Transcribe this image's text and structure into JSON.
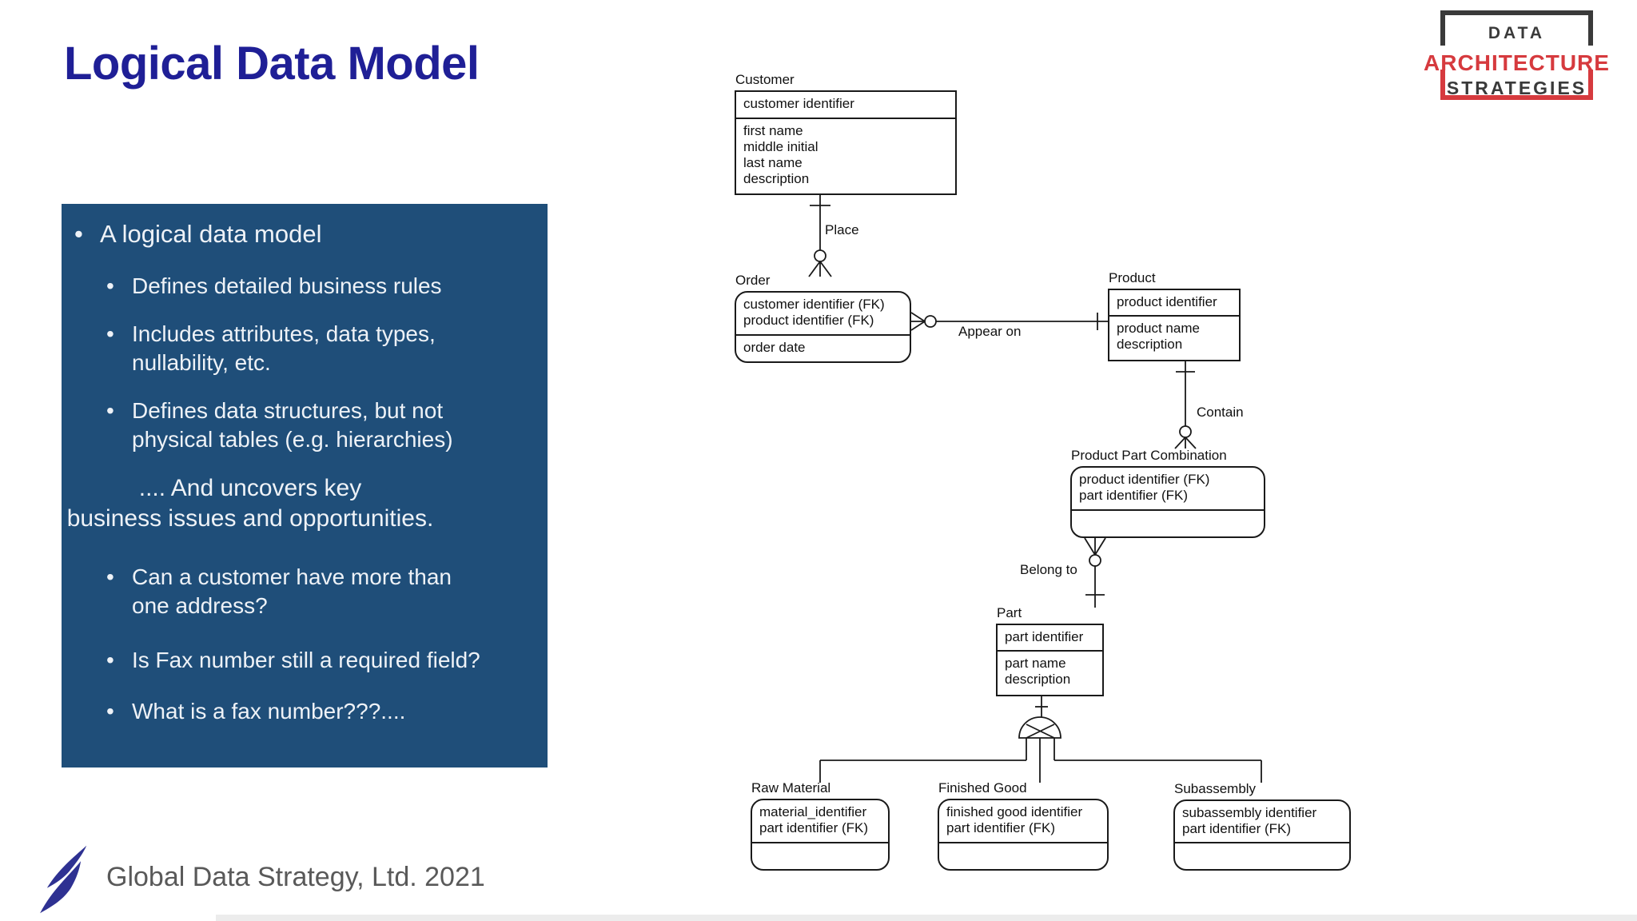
{
  "slide": {
    "title": "Logical Data Model",
    "footer_text": "Global Data Strategy, Ltd. 2021"
  },
  "colors": {
    "title_blue": "#1f1f96",
    "panel_blue": "#1f4e79",
    "logo_red": "#d63a3e",
    "logo_dark": "#3a3a3a",
    "footer_gray": "#595959",
    "diagram_line": "#1a1a1a"
  },
  "logo": {
    "word1": "DATA",
    "word2": "ARCHITECTURE",
    "word3": "STRATEGIES"
  },
  "panel": {
    "bullet1": "A logical data model",
    "sub1_line1": "Defines detailed business rules",
    "sub2_line1": "Includes attributes, data types,",
    "sub2_line2": "nullability, etc.",
    "sub3_line1": "Defines data structures, but not",
    "sub3_line2": "physical tables (e.g. hierarchies)",
    "callout_line1": ".... And uncovers key",
    "callout_line2": "business issues and opportunities.",
    "q1_line1": "Can a customer have more than",
    "q1_line2": "one address?",
    "q2_line1": "Is Fax number still a required field?",
    "q3_line1": "What is a fax number???...."
  },
  "diagram": {
    "rel_place": "Place",
    "rel_appear_on": "Appear on",
    "rel_contain": "Contain",
    "rel_belong_to": "Belong to",
    "entities": [
      {
        "title": "Customer",
        "keys": [
          "customer identifier"
        ],
        "attrs": [
          "first name",
          "middle initial",
          "last name",
          "description"
        ]
      },
      {
        "title": "Order",
        "keys": [
          "customer identifier (FK)",
          "product identifier (FK)"
        ],
        "attrs": [
          "order date"
        ]
      },
      {
        "title": "Product",
        "keys": [
          "product identifier"
        ],
        "attrs": [
          "product name",
          "description"
        ]
      },
      {
        "title": "Product Part Combination",
        "keys": [
          "product identifier (FK)",
          "part identifier (FK)"
        ],
        "attrs": []
      },
      {
        "title": "Part",
        "keys": [
          "part identifier"
        ],
        "attrs": [
          "part name",
          "description"
        ]
      },
      {
        "title": "Raw Material",
        "keys": [
          "material_identifier",
          "part identifier (FK)"
        ],
        "attrs": []
      },
      {
        "title": "Finished Good",
        "keys": [
          "finished good identifier",
          "part identifier (FK)"
        ],
        "attrs": []
      },
      {
        "title": "Subassembly",
        "keys": [
          "subassembly identifier",
          "part identifier (FK)"
        ],
        "attrs": []
      }
    ]
  }
}
